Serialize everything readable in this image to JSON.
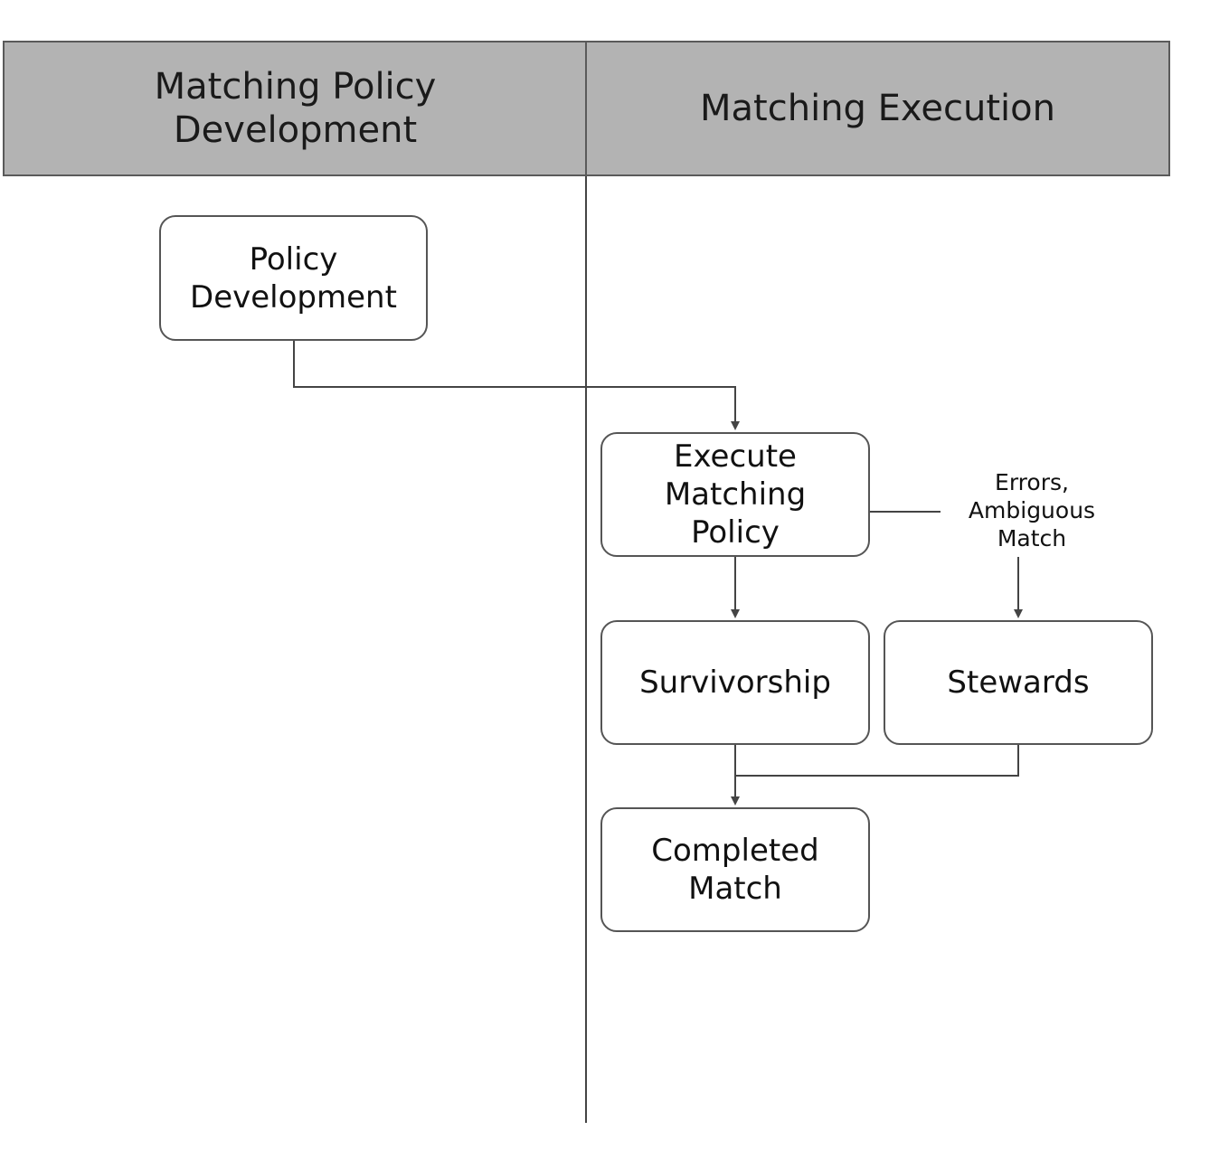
{
  "lanes": {
    "left_title": "Matching Policy\nDevelopment",
    "right_title": "Matching Execution"
  },
  "nodes": {
    "policy_development": "Policy\nDevelopment",
    "execute_matching_policy": "Execute\nMatching\nPolicy",
    "survivorship": "Survivorship",
    "stewards": "Stewards",
    "completed_match": "Completed\nMatch"
  },
  "edges": {
    "errors_label": "Errors,\nAmbiguous\nMatch"
  },
  "colors": {
    "header_fill": "#b3b3b3",
    "line": "#444444",
    "node_border": "#555555"
  }
}
